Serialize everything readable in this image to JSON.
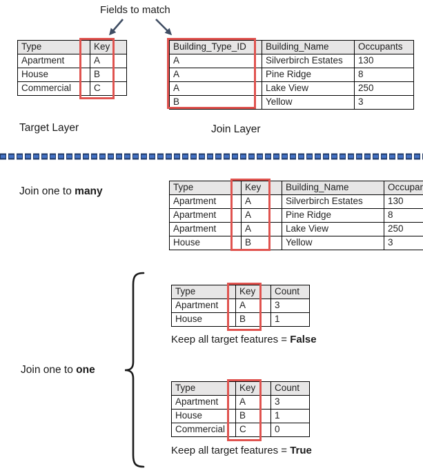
{
  "title": "Fields to match",
  "colors": {
    "red_box": "#e0534f",
    "header_bg": "#e7e6e6",
    "divider_blue": "#4472c4",
    "divider_navy": "#1f3864",
    "arrow": "#3f4d63",
    "brace": "#1a1a1a"
  },
  "target_layer": {
    "label": "Target Layer",
    "table": {
      "headers": [
        "Type",
        "Key"
      ],
      "rows": [
        [
          "Apartment",
          "A"
        ],
        [
          "House",
          "B"
        ],
        [
          "Commercial",
          "C"
        ]
      ]
    }
  },
  "join_layer": {
    "label": "Join Layer",
    "table": {
      "headers": [
        "Building_Type_ID",
        "Building_Name",
        "Occupants"
      ],
      "rows": [
        [
          "A",
          "Silverbirch Estates",
          "130"
        ],
        [
          "A",
          "Pine Ridge",
          "8"
        ],
        [
          "A",
          "Lake View",
          "250"
        ],
        [
          "B",
          "Yellow",
          "3"
        ]
      ]
    }
  },
  "one_to_many": {
    "label_prefix": "Join one to ",
    "label_bold": "many",
    "table": {
      "headers": [
        "Type",
        "Key",
        "Building_Name",
        "Occupants"
      ],
      "rows": [
        [
          "Apartment",
          "A",
          "Silverbirch Estates",
          "130"
        ],
        [
          "Apartment",
          "A",
          "Pine Ridge",
          "8"
        ],
        [
          "Apartment",
          "A",
          "Lake View",
          "250"
        ],
        [
          "House",
          "B",
          "Yellow",
          "3"
        ]
      ]
    }
  },
  "one_to_one": {
    "label_prefix": "Join one to ",
    "label_bold": "one",
    "false_case": {
      "table": {
        "headers": [
          "Type",
          "Key",
          "Count"
        ],
        "rows": [
          [
            "Apartment",
            "A",
            "3"
          ],
          [
            "House",
            "B",
            "1"
          ]
        ]
      },
      "caption_prefix": "Keep all target features = ",
      "caption_bold": "False"
    },
    "true_case": {
      "table": {
        "headers": [
          "Type",
          "Key",
          "Count"
        ],
        "rows": [
          [
            "Apartment",
            "A",
            "3"
          ],
          [
            "House",
            "B",
            "1"
          ],
          [
            "Commercial",
            "C",
            "0"
          ]
        ]
      },
      "caption_prefix": "Keep all target features = ",
      "caption_bold": "True"
    }
  }
}
